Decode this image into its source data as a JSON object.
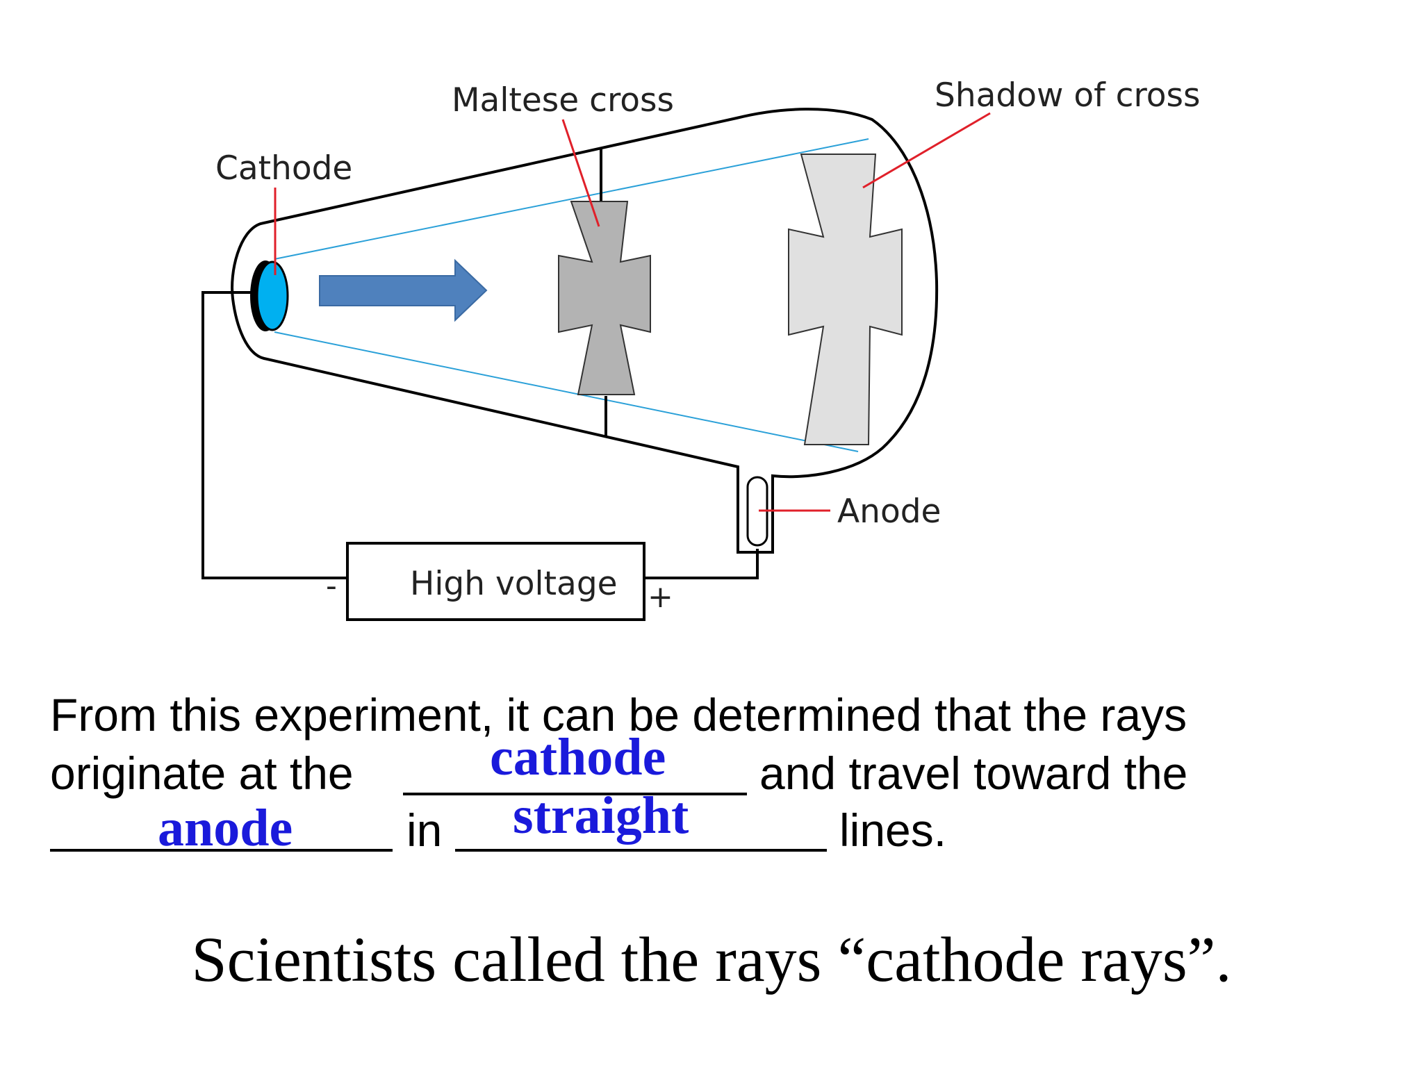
{
  "diagram": {
    "labels": {
      "cathode": "Cathode",
      "maltese_cross": "Maltese cross",
      "shadow_of_cross": "Shadow of cross",
      "anode": "Anode",
      "high_voltage": "High voltage",
      "negative": "-",
      "positive": "+"
    },
    "colors": {
      "cathode_fill": "#00b0f0",
      "arrow_fill": "#4f81bd",
      "cross_fill": "#b3b3b3",
      "shadow_fill": "#e0e0e0",
      "ray_lines": "#2aa0d8",
      "pointer_lines": "#e0202a",
      "answers": "#1a1adb"
    }
  },
  "statement": {
    "line1": "From this experiment, it can be determined that the rays",
    "line2_start": "originate at the",
    "line2_end": "and travel toward the",
    "word_in": "in",
    "line3_end": "lines."
  },
  "answers": {
    "blank1": "cathode",
    "blank2": "anode",
    "blank3": "straight"
  },
  "conclusion": "Scientists called the rays “cathode rays”."
}
